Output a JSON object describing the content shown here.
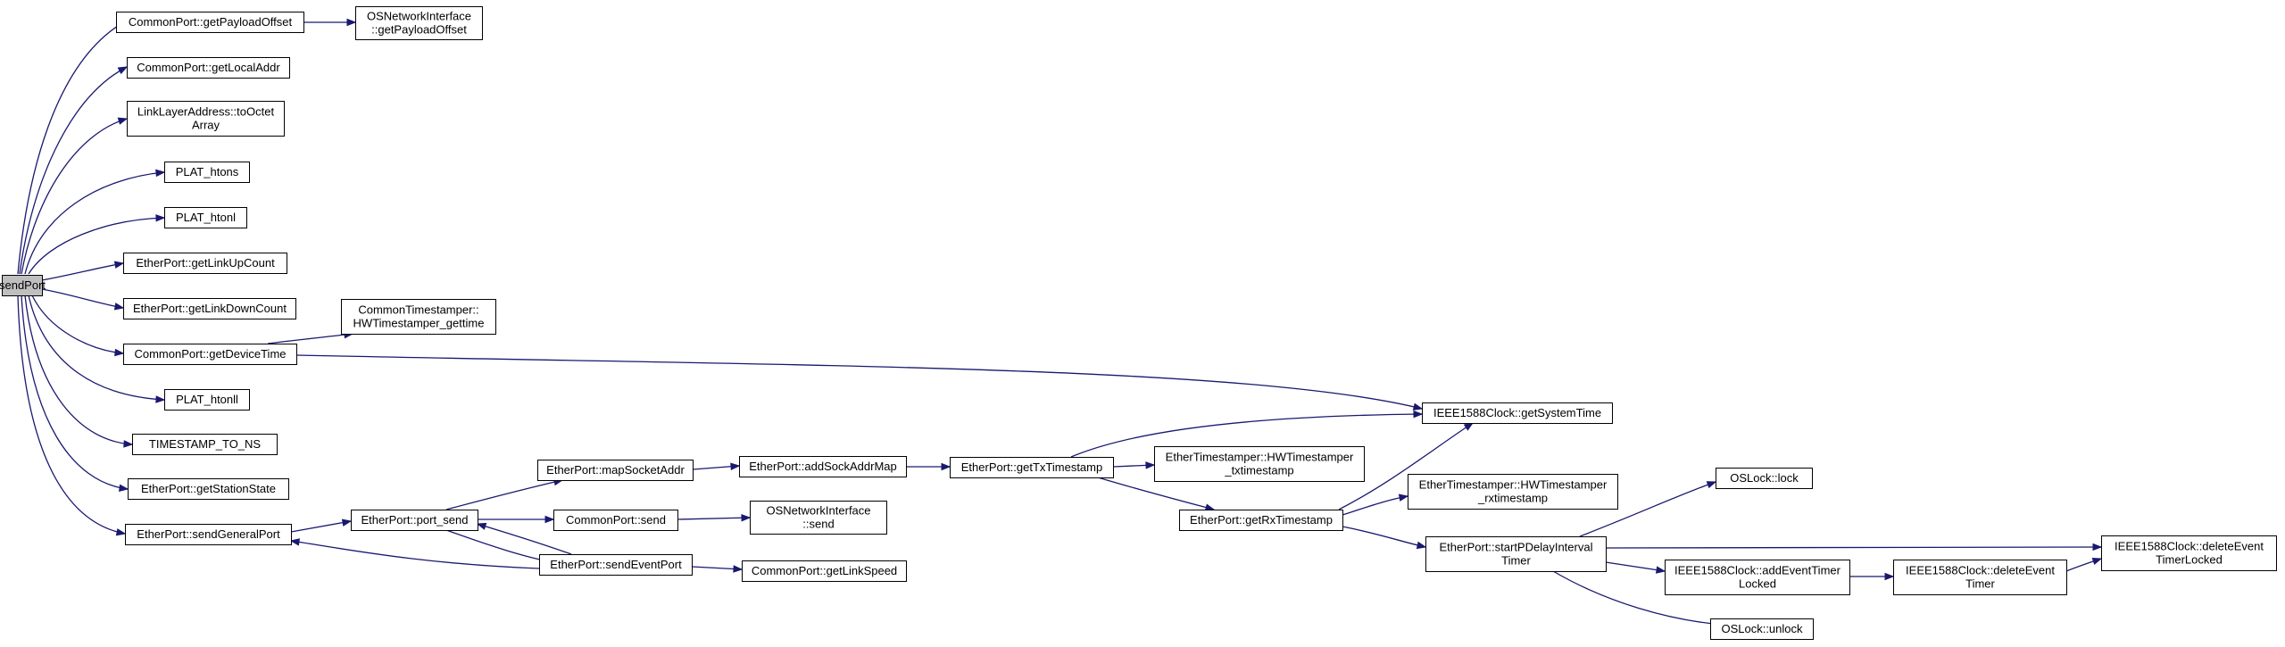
{
  "graph": {
    "title": "",
    "edge_color": "#191970",
    "root_fill": "#bfbfbf",
    "nodes": [
      {
        "id": "sendPort",
        "lines": [
          "sendPort"
        ],
        "root": true
      },
      {
        "id": "getPayloadOffset",
        "lines": [
          "CommonPort::getPayloadOffset"
        ]
      },
      {
        "id": "osni_getPayloadOffset",
        "lines": [
          "OSNetworkInterface",
          "::getPayloadOffset"
        ]
      },
      {
        "id": "getLocalAddr",
        "lines": [
          "CommonPort::getLocalAddr"
        ]
      },
      {
        "id": "toOctetArray",
        "lines": [
          "LinkLayerAddress::toOctet",
          "Array"
        ]
      },
      {
        "id": "htons",
        "lines": [
          "PLAT_htons"
        ]
      },
      {
        "id": "htonl",
        "lines": [
          "PLAT_htonl"
        ]
      },
      {
        "id": "getLinkUpCount",
        "lines": [
          "EtherPort::getLinkUpCount"
        ]
      },
      {
        "id": "getLinkDownCount",
        "lines": [
          "EtherPort::getLinkDownCount"
        ]
      },
      {
        "id": "getDeviceTime",
        "lines": [
          "CommonPort::getDeviceTime"
        ]
      },
      {
        "id": "hw_gettime",
        "lines": [
          "CommonTimestamper::",
          "HWTimestamper_gettime"
        ]
      },
      {
        "id": "htonll",
        "lines": [
          "PLAT_htonll"
        ]
      },
      {
        "id": "ts_to_ns",
        "lines": [
          "TIMESTAMP_TO_NS"
        ]
      },
      {
        "id": "getStationState",
        "lines": [
          "EtherPort::getStationState"
        ]
      },
      {
        "id": "sendGeneralPort",
        "lines": [
          "EtherPort::sendGeneralPort"
        ]
      },
      {
        "id": "port_send",
        "lines": [
          "EtherPort::port_send"
        ]
      },
      {
        "id": "mapSocketAddr",
        "lines": [
          "EtherPort::mapSocketAddr"
        ]
      },
      {
        "id": "cp_send",
        "lines": [
          "CommonPort::send"
        ]
      },
      {
        "id": "sendEventPort",
        "lines": [
          "EtherPort::sendEventPort"
        ]
      },
      {
        "id": "addSockAddrMap",
        "lines": [
          "EtherPort::addSockAddrMap"
        ]
      },
      {
        "id": "osni_send",
        "lines": [
          "OSNetworkInterface",
          "::send"
        ]
      },
      {
        "id": "getLinkSpeed",
        "lines": [
          "CommonPort::getLinkSpeed"
        ]
      },
      {
        "id": "getTxTimestamp",
        "lines": [
          "EtherPort::getTxTimestamp"
        ]
      },
      {
        "id": "getRxTimestamp",
        "lines": [
          "EtherPort::getRxTimestamp"
        ]
      },
      {
        "id": "hw_tx",
        "lines": [
          "EtherTimestamper::HWTimestamper",
          "_txtimestamp"
        ]
      },
      {
        "id": "hw_rx",
        "lines": [
          "EtherTimestamper::HWTimestamper",
          "_rxtimestamp"
        ]
      },
      {
        "id": "getSystemTime",
        "lines": [
          "IEEE1588Clock::getSystemTime"
        ]
      },
      {
        "id": "startPDelay",
        "lines": [
          "EtherPort::startPDelayInterval",
          "Timer"
        ]
      },
      {
        "id": "lock",
        "lines": [
          "OSLock::lock"
        ]
      },
      {
        "id": "addEventTimer",
        "lines": [
          "IEEE1588Clock::addEventTimer",
          "Locked"
        ]
      },
      {
        "id": "deleteEventTimer",
        "lines": [
          "IEEE1588Clock::deleteEvent",
          "Timer"
        ]
      },
      {
        "id": "deleteEventTimerLocked",
        "lines": [
          "IEEE1588Clock::deleteEvent",
          "TimerLocked"
        ]
      },
      {
        "id": "unlock",
        "lines": [
          "OSLock::unlock"
        ]
      }
    ],
    "edges": [
      [
        "sendPort",
        "getPayloadOffset"
      ],
      [
        "sendPort",
        "getLocalAddr"
      ],
      [
        "sendPort",
        "toOctetArray"
      ],
      [
        "sendPort",
        "htons"
      ],
      [
        "sendPort",
        "htonl"
      ],
      [
        "sendPort",
        "getLinkUpCount"
      ],
      [
        "sendPort",
        "getLinkDownCount"
      ],
      [
        "sendPort",
        "getDeviceTime"
      ],
      [
        "sendPort",
        "htonll"
      ],
      [
        "sendPort",
        "ts_to_ns"
      ],
      [
        "sendPort",
        "getStationState"
      ],
      [
        "sendPort",
        "sendGeneralPort"
      ],
      [
        "getPayloadOffset",
        "osni_getPayloadOffset"
      ],
      [
        "getDeviceTime",
        "hw_gettime"
      ],
      [
        "getDeviceTime",
        "getSystemTime"
      ],
      [
        "sendGeneralPort",
        "port_send"
      ],
      [
        "port_send",
        "mapSocketAddr"
      ],
      [
        "port_send",
        "cp_send"
      ],
      [
        "port_send",
        "sendEventPort"
      ],
      [
        "sendEventPort",
        "port_send"
      ],
      [
        "sendEventPort",
        "sendGeneralPort"
      ],
      [
        "sendEventPort",
        "getLinkSpeed"
      ],
      [
        "mapSocketAddr",
        "addSockAddrMap"
      ],
      [
        "cp_send",
        "osni_send"
      ],
      [
        "addSockAddrMap",
        "getTxTimestamp"
      ],
      [
        "getTxTimestamp",
        "getSystemTime"
      ],
      [
        "getTxTimestamp",
        "hw_tx"
      ],
      [
        "getTxTimestamp",
        "getRxTimestamp"
      ],
      [
        "getRxTimestamp",
        "getSystemTime"
      ],
      [
        "getRxTimestamp",
        "hw_rx"
      ],
      [
        "getRxTimestamp",
        "startPDelay"
      ],
      [
        "startPDelay",
        "lock"
      ],
      [
        "startPDelay",
        "addEventTimer"
      ],
      [
        "startPDelay",
        "deleteEventTimerLocked"
      ],
      [
        "startPDelay",
        "unlock"
      ],
      [
        "addEventTimer",
        "deleteEventTimer"
      ],
      [
        "deleteEventTimer",
        "deleteEventTimerLocked"
      ]
    ]
  }
}
